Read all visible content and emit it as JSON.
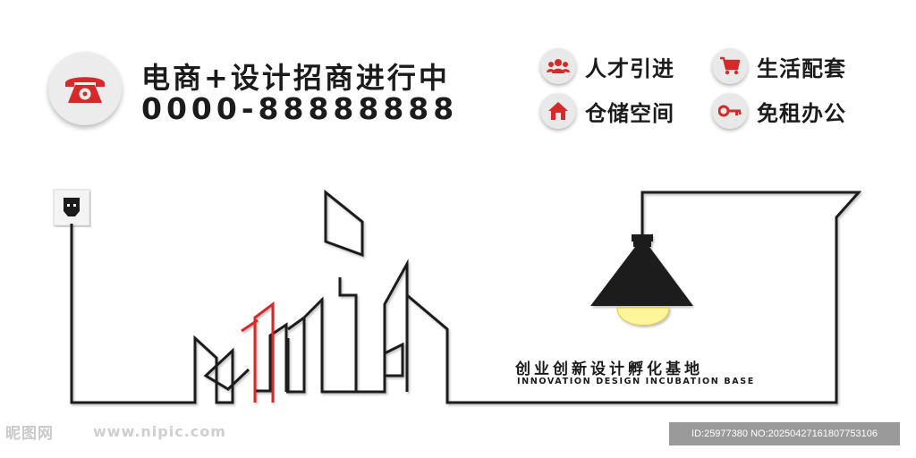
{
  "contact": {
    "icon": "telephone-icon",
    "headline": "电商+设计招商进行中",
    "phone": "0000-88888888"
  },
  "features": [
    {
      "icon": "people-icon",
      "label": "人才引进"
    },
    {
      "icon": "shopping-cart-icon",
      "label": "生活配套"
    },
    {
      "icon": "house-icon",
      "label": "仓储空间"
    },
    {
      "icon": "key-icon",
      "label": "免租办公"
    }
  ],
  "slogan": {
    "cn": "创业创新设计孵化基地",
    "en": "INNOVATION DESIGN INCUBATION BASE"
  },
  "watermark": {
    "logo": "昵图网",
    "url": "www.nipic.com",
    "id": "ID:25977380 NO:20250427161807753106"
  },
  "colors": {
    "accent": "#d62a2a",
    "line": "#1b1b1b",
    "bulb": "#fff59a",
    "badge_bg": "#ececec"
  }
}
